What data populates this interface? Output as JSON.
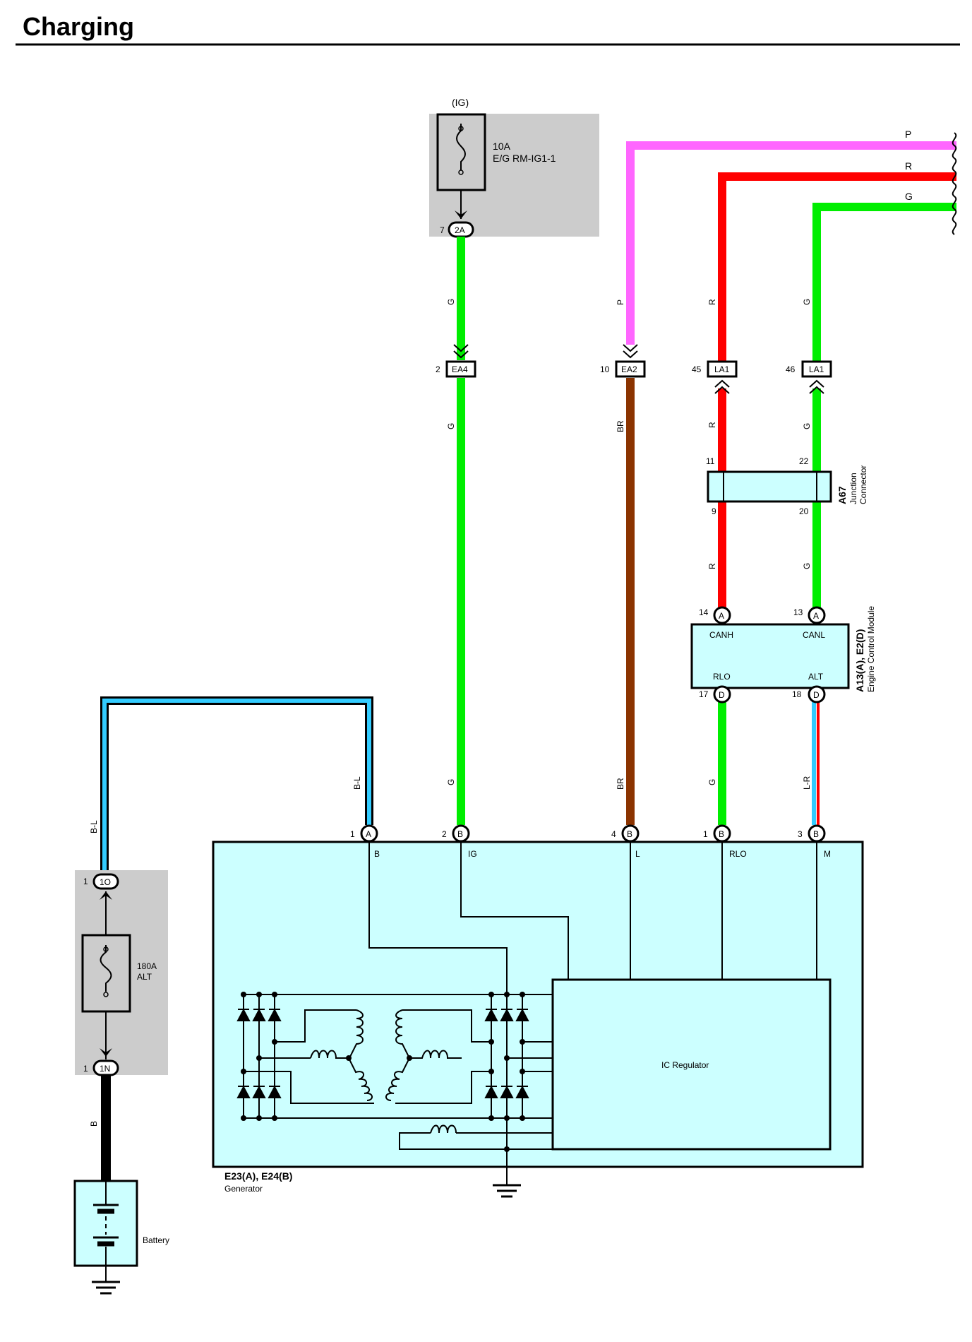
{
  "title": "Charging",
  "ig_relay": {
    "label": "(IG)",
    "fuse_rating": "10A",
    "fuse_name": "E/G RM-IG1-1",
    "pin": "7",
    "connector": "2A"
  },
  "alt_fuse": {
    "rating": "180A",
    "name": "ALT",
    "top_pin": "1",
    "top_connector": "1O",
    "bottom_pin": "1",
    "bottom_connector": "1N"
  },
  "connectors": {
    "ea4": {
      "pin": "2",
      "name": "EA4"
    },
    "ea2": {
      "pin": "10",
      "name": "EA2"
    },
    "la1_r": {
      "pin": "45",
      "name": "LA1"
    },
    "la1_g": {
      "pin": "46",
      "name": "LA1"
    }
  },
  "junction": {
    "id": "A67",
    "name": "Junction",
    "name2": "Connector",
    "pin_tl": "11",
    "pin_tr": "22",
    "pin_bl": "9",
    "pin_br": "20"
  },
  "ecm": {
    "id": "A13(A), E2(D)",
    "name": "Engine Control Module",
    "pin_canh": "14",
    "pin_canl": "13",
    "pin_rlo": "17",
    "pin_alt": "18",
    "conn_top": "A",
    "conn_bottom": "D",
    "canh": "CANH",
    "canl": "CANL",
    "rlo": "RLO",
    "alt": "ALT"
  },
  "generator": {
    "id": "E23(A), E24(B)",
    "name": "Generator",
    "regulator": "IC Regulator",
    "terminals": [
      {
        "pin": "1",
        "conn": "A",
        "name": "B"
      },
      {
        "pin": "2",
        "conn": "B",
        "name": "IG"
      },
      {
        "pin": "4",
        "conn": "B",
        "name": "L"
      },
      {
        "pin": "1",
        "conn": "B",
        "name": "RLO"
      },
      {
        "pin": "3",
        "conn": "B",
        "name": "M"
      }
    ]
  },
  "battery": {
    "name": "Battery"
  },
  "wire_colors": {
    "P": "#ff66ff",
    "R": "#ff0000",
    "G": "#00ee00",
    "BR": "#8b3300",
    "B": "#000000",
    "L": "#33ccff",
    "box_fill": "#ccffff",
    "relay_fill": "#cccccc"
  },
  "wire_labels": {
    "p": "P",
    "r": "R",
    "g": "G",
    "br": "BR",
    "b": "B",
    "bl": "B-L",
    "lr": "L-R"
  },
  "ground_icon": "ground-icon"
}
